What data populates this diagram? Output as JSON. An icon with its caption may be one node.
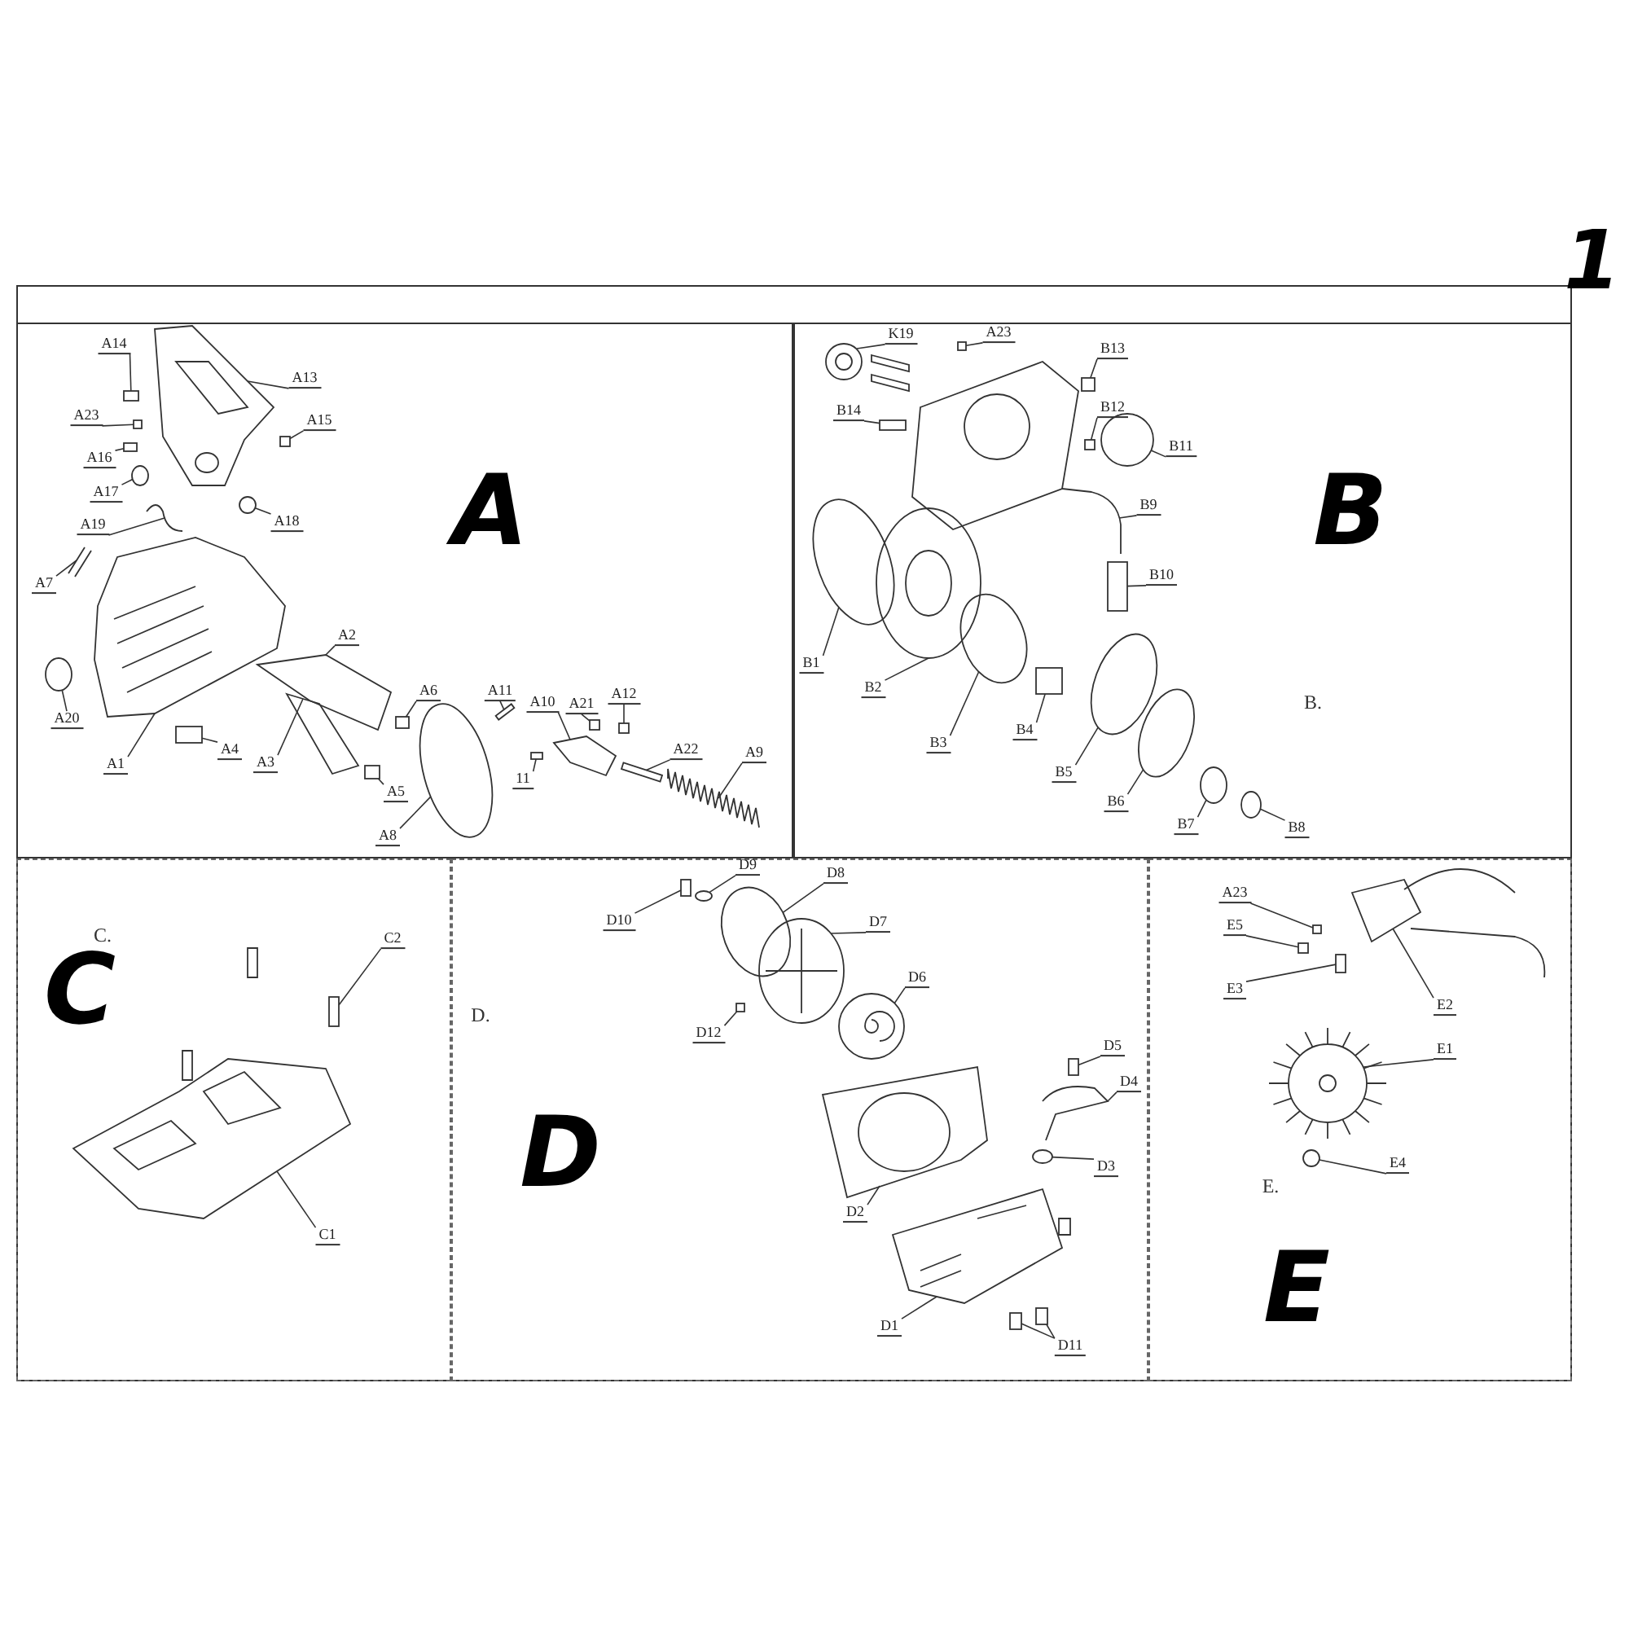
{
  "diagram": {
    "nodes": [
      {
        "text": [
          "A"
        ]
      },
      {
        "text": [
          "A13"
        ],
        "in": 0
      },
      {
        "text": [
          "A14"
        ],
        "in": 0
      },
      {
        "text": [
          "A23"
        ],
        "in": 0
      },
      {
        "text": [
          "A15"
        ],
        "in": 0
      },
      {
        "text": [
          "A16"
        ],
        "in": 0
      },
      {
        "text": [
          "A17"
        ],
        "in": 0
      },
      {
        "text": [
          "A18"
        ],
        "in": 0
      },
      {
        "text": [
          "A19"
        ],
        "in": 0
      },
      {
        "text": [
          "A7"
        ],
        "in": 0
      },
      {
        "text": [
          "A2"
        ],
        "in": 0
      },
      {
        "text": [
          "A20"
        ],
        "in": 0
      },
      {
        "text": [
          "A6"
        ],
        "in": 0
      },
      {
        "text": [
          "A11"
        ],
        "in": 0
      },
      {
        "text": [
          "A10"
        ],
        "in": 0
      },
      {
        "text": [
          "A21"
        ],
        "in": 0
      },
      {
        "text": [
          "A12"
        ],
        "in": 0
      },
      {
        "text": [
          "A4"
        ],
        "in": 0
      },
      {
        "text": [
          "A3"
        ],
        "in": 0
      },
      {
        "text": [
          "A1"
        ],
        "in": 0
      },
      {
        "text": [
          "A5"
        ],
        "in": 0
      },
      {
        "text": [
          "11"
        ],
        "in": 0
      },
      {
        "text": [
          "A22"
        ],
        "in": 0
      },
      {
        "text": [
          "A9"
        ],
        "in": 0
      },
      {
        "text": [
          "A8"
        ],
        "in": 0
      },
      {
        "text": [
          "B",
          "B."
        ]
      },
      {
        "text": [
          "K19"
        ],
        "in": 25
      },
      {
        "text": [
          "A23"
        ],
        "in": 25
      },
      {
        "text": [
          "B13"
        ],
        "in": 25
      },
      {
        "text": [
          "B14"
        ],
        "in": 25
      },
      {
        "text": [
          "B12"
        ],
        "in": 25
      },
      {
        "text": [
          "B11"
        ],
        "in": 25
      },
      {
        "text": [
          "B9"
        ],
        "in": 25
      },
      {
        "text": [
          "B10"
        ],
        "in": 25
      },
      {
        "text": [
          "B1"
        ],
        "in": 25
      },
      {
        "text": [
          "B2"
        ],
        "in": 25
      },
      {
        "text": [
          "B3"
        ],
        "in": 25
      },
      {
        "text": [
          "B4"
        ],
        "in": 25
      },
      {
        "text": [
          "B5"
        ],
        "in": 25
      },
      {
        "text": [
          "B6"
        ],
        "in": 25
      },
      {
        "text": [
          "B7"
        ],
        "in": 25
      },
      {
        "text": [
          "B8"
        ],
        "in": 25
      },
      {
        "text": [
          "C.",
          "C"
        ]
      },
      {
        "text": [
          "C2"
        ],
        "in": 42
      },
      {
        "text": [
          "C1"
        ],
        "in": 42
      },
      {
        "text": [
          "D.",
          "D"
        ]
      },
      {
        "text": [
          "D10"
        ],
        "in": 45
      },
      {
        "text": [
          "D9"
        ],
        "in": 45
      },
      {
        "text": [
          "D8"
        ],
        "in": 45
      },
      {
        "text": [
          "D7"
        ],
        "in": 45
      },
      {
        "text": [
          "D6"
        ],
        "in": 45
      },
      {
        "text": [
          "D12"
        ],
        "in": 45
      },
      {
        "text": [
          "D5"
        ],
        "in": 45
      },
      {
        "text": [
          "D4"
        ],
        "in": 45
      },
      {
        "text": [
          "D3"
        ],
        "in": 45
      },
      {
        "text": [
          "D2"
        ],
        "in": 45
      },
      {
        "text": [
          "D1"
        ],
        "in": 45
      },
      {
        "text": [
          "D11"
        ],
        "in": 45
      },
      {
        "text": [
          "E.",
          "E"
        ]
      },
      {
        "text": [
          "A23"
        ],
        "in": 58
      },
      {
        "text": [
          "E5"
        ],
        "in": 58
      },
      {
        "text": [
          "E3"
        ],
        "in": 58
      },
      {
        "text": [
          "E2"
        ],
        "in": 58
      },
      {
        "text": [
          "E1"
        ],
        "in": 58
      },
      {
        "text": [
          "E4"
        ],
        "in": 58
      },
      {
        "text": [],
        "shape": "picture",
        "in": 0
      },
      {
        "text": [],
        "shape": "box",
        "in": 0
      },
      {
        "text": [],
        "shape": "box",
        "in": 0
      },
      {
        "text": [],
        "shape": "box",
        "in": 0
      },
      {
        "text": [],
        "shape": "box",
        "in": 0
      },
      {
        "text": [],
        "shape": "circle",
        "in": 0
      },
      {
        "text": [],
        "shape": "circle",
        "in": 0
      },
      {
        "text": [],
        "shape": "picture",
        "in": 0
      },
      {
        "text": [],
        "shape": "picture",
        "in": 0
      },
      {
        "text": [],
        "shape": "picture",
        "in": 0
      },
      {
        "text": [],
        "shape": "circle",
        "in": 0
      },
      {
        "text": [],
        "shape": "box",
        "in": 0
      },
      {
        "text": [],
        "shape": "box",
        "in": 0
      },
      {
        "text": [],
        "shape": "picture",
        "in": 0
      },
      {
        "text": [],
        "shape": "box",
        "in": 0
      },
      {
        "text": [],
        "shape": "box",
        "in": 0
      },
      {
        "text": [],
        "shape": "box",
        "in": 0
      },
      {
        "text": [],
        "shape": "picture",
        "in": 0
      },
      {
        "text": [],
        "shape": "picture",
        "in": 0
      },
      {
        "text": [],
        "shape": "box",
        "in": 0
      },
      {
        "text": [],
        "shape": "box",
        "in": 0
      },
      {
        "text": [],
        "shape": "box",
        "in": 0
      },
      {
        "text": [],
        "shape": "picture",
        "in": 0
      },
      {
        "text": [],
        "shape": "circle",
        "in": 0
      },
      {
        "text": [],
        "shape": "picture",
        "in": 25
      },
      {
        "text": [],
        "shape": "box",
        "in": 25
      },
      {
        "text": [],
        "shape": "box",
        "in": 25
      },
      {
        "text": [],
        "shape": "box",
        "in": 25
      },
      {
        "text": [],
        "shape": "box",
        "in": 25
      },
      {
        "text": [],
        "shape": "circle",
        "in": 25
      },
      {
        "text": [],
        "shape": "picture",
        "in": 25
      },
      {
        "text": [],
        "shape": "box",
        "in": 25
      },
      {
        "text": [],
        "shape": "circle",
        "in": 25
      },
      {
        "text": [],
        "shape": "picture",
        "in": 25
      },
      {
        "text": [],
        "shape": "circle",
        "in": 25
      },
      {
        "text": [],
        "shape": "box",
        "in": 25
      },
      {
        "text": [],
        "shape": "circle",
        "in": 25
      },
      {
        "text": [],
        "shape": "circle",
        "in": 25
      },
      {
        "text": [],
        "shape": "circle",
        "in": 25
      },
      {
        "text": [],
        "shape": "circle",
        "in": 25
      },
      {
        "text": [],
        "shape": "box",
        "in": 42
      },
      {
        "text": [],
        "shape": "picture",
        "in": 42
      },
      {
        "text": [],
        "shape": "box",
        "in": 45
      },
      {
        "text": [],
        "shape": "circle",
        "in": 45
      },
      {
        "text": [],
        "shape": "circle",
        "in": 45
      },
      {
        "text": [],
        "shape": "picture",
        "in": 45
      },
      {
        "text": [],
        "shape": "picture",
        "in": 45
      },
      {
        "text": [],
        "shape": "box",
        "in": 45
      },
      {
        "text": [],
        "shape": "box",
        "in": 45
      },
      {
        "text": [],
        "shape": "picture",
        "in": 45
      },
      {
        "text": [],
        "shape": "circle",
        "in": 45
      },
      {
        "text": [],
        "shape": "picture",
        "in": 45
      },
      {
        "text": [],
        "shape": "picture",
        "in": 45
      },
      {
        "text": [],
        "shape": "box",
        "in": 45
      },
      {
        "text": [],
        "shape": "box",
        "in": 45
      },
      {
        "text": [],
        "shape": "box",
        "in": 58
      },
      {
        "text": [],
        "shape": "box",
        "in": 58
      },
      {
        "text": [],
        "shape": "box",
        "in": 58
      },
      {
        "text": [],
        "shape": "picture",
        "in": 58
      },
      {
        "text": [],
        "shape": "picture",
        "in": 58
      },
      {
        "text": [],
        "shape": "circle",
        "in": 58
      }
    ],
    "edges": [
      {
        "from": 1,
        "to": 65,
        "arrow": "none"
      },
      {
        "from": 2,
        "to": 66,
        "arrow": "none"
      },
      {
        "from": 3,
        "to": 67,
        "arrow": "none"
      },
      {
        "from": 4,
        "to": 68,
        "arrow": "none"
      },
      {
        "from": 5,
        "to": 69,
        "arrow": "none"
      },
      {
        "from": 6,
        "to": 70,
        "arrow": "none"
      },
      {
        "from": 7,
        "to": 71,
        "arrow": "none"
      },
      {
        "from": 8,
        "to": 72,
        "arrow": "none"
      },
      {
        "from": 9,
        "to": 73,
        "arrow": "none"
      },
      {
        "from": 10,
        "to": 74,
        "arrow": "none"
      },
      {
        "from": 11,
        "to": 75,
        "arrow": "none"
      },
      {
        "from": 12,
        "to": 76,
        "arrow": "none"
      },
      {
        "from": 13,
        "to": 77,
        "arrow": "none"
      },
      {
        "from": 14,
        "to": 78,
        "arrow": "none"
      },
      {
        "from": 15,
        "to": 79,
        "arrow": "none"
      },
      {
        "from": 16,
        "to": 80,
        "arrow": "none"
      },
      {
        "from": 17,
        "to": 81,
        "arrow": "none"
      },
      {
        "from": 18,
        "to": 82,
        "arrow": "none"
      },
      {
        "from": 19,
        "to": 83,
        "arrow": "none"
      },
      {
        "from": 20,
        "to": 84,
        "arrow": "none"
      },
      {
        "from": 21,
        "to": 85,
        "arrow": "none"
      },
      {
        "from": 22,
        "to": 86,
        "arrow": "none"
      },
      {
        "from": 23,
        "to": 87,
        "arrow": "none"
      },
      {
        "from": 24,
        "to": 88,
        "arrow": "none"
      },
      {
        "from": 26,
        "to": 89,
        "arrow": "none"
      },
      {
        "from": 27,
        "to": 90,
        "arrow": "none"
      },
      {
        "from": 28,
        "to": 91,
        "arrow": "none"
      },
      {
        "from": 29,
        "to": 92,
        "arrow": "none"
      },
      {
        "from": 30,
        "to": 93,
        "arrow": "none"
      },
      {
        "from": 31,
        "to": 94,
        "arrow": "none"
      },
      {
        "from": 32,
        "to": 95,
        "arrow": "none"
      },
      {
        "from": 33,
        "to": 96,
        "arrow": "none"
      },
      {
        "from": 34,
        "to": 97,
        "arrow": "none"
      },
      {
        "from": 35,
        "to": 98,
        "arrow": "none"
      },
      {
        "from": 36,
        "to": 99,
        "arrow": "none"
      },
      {
        "from": 37,
        "to": 100,
        "arrow": "none"
      },
      {
        "from": 38,
        "to": 101,
        "arrow": "none"
      },
      {
        "from": 39,
        "to": 102,
        "arrow": "none"
      },
      {
        "from": 40,
        "to": 103,
        "arrow": "none"
      },
      {
        "from": 41,
        "to": 104,
        "arrow": "none"
      },
      {
        "from": 43,
        "to": 105,
        "arrow": "none"
      },
      {
        "from": 44,
        "to": 106,
        "arrow": "none"
      },
      {
        "from": 46,
        "to": 107,
        "arrow": "none"
      },
      {
        "from": 47,
        "to": 108,
        "arrow": "none"
      },
      {
        "from": 48,
        "to": 109,
        "arrow": "none"
      },
      {
        "from": 49,
        "to": 110,
        "arrow": "none"
      },
      {
        "from": 50,
        "to": 111,
        "arrow": "none"
      },
      {
        "from": 51,
        "to": 112,
        "arrow": "none"
      },
      {
        "from": 52,
        "to": 113,
        "arrow": "none"
      },
      {
        "from": 53,
        "to": 114,
        "arrow": "none"
      },
      {
        "from": 54,
        "to": 115,
        "arrow": "none"
      },
      {
        "from": 55,
        "to": 116,
        "arrow": "none"
      },
      {
        "from": 56,
        "to": 117,
        "arrow": "none"
      },
      {
        "from": 57,
        "to": 118,
        "arrow": "none"
      },
      {
        "from": 57,
        "to": 119,
        "arrow": "none"
      },
      {
        "from": 59,
        "to": 120,
        "arrow": "none"
      },
      {
        "from": 60,
        "to": 121,
        "arrow": "none"
      },
      {
        "from": 61,
        "to": 122,
        "arrow": "none"
      },
      {
        "from": 62,
        "to": 123,
        "arrow": "none"
      },
      {
        "from": 63,
        "to": 124,
        "arrow": "none"
      },
      {
        "from": 64,
        "to": 125,
        "arrow": "none"
      }
    ],
    "labels": [
      "1"
    ]
  }
}
